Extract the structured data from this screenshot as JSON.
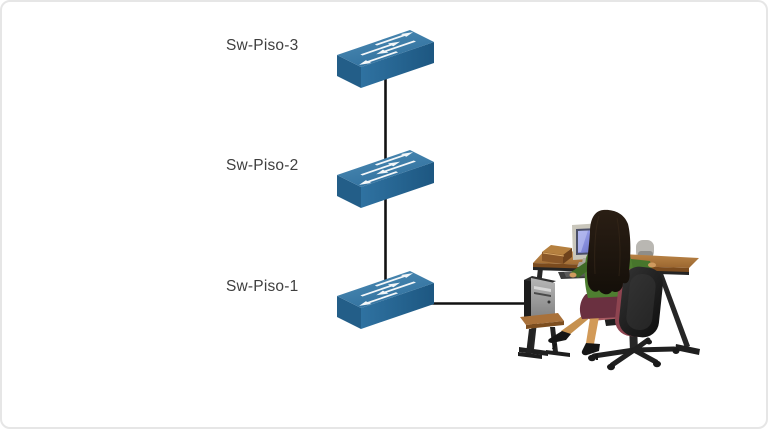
{
  "page": {
    "background": "#ffffff",
    "border_color": "#e6e6e6"
  },
  "diagram": {
    "type": "network-topology",
    "nodes": [
      {
        "id": "sw-piso-3",
        "label": "Sw-Piso-3",
        "device": "switch"
      },
      {
        "id": "sw-piso-2",
        "label": "Sw-Piso-2",
        "device": "switch"
      },
      {
        "id": "sw-piso-1",
        "label": "Sw-Piso-1",
        "device": "switch"
      },
      {
        "id": "user-workstation",
        "label": "",
        "device": "workstation-with-seated-user"
      }
    ],
    "links": [
      {
        "from": "sw-piso-3",
        "to": "sw-piso-2"
      },
      {
        "from": "sw-piso-2",
        "to": "sw-piso-1"
      },
      {
        "from": "sw-piso-1",
        "to": "user-workstation"
      }
    ],
    "colors": {
      "switch_top": "#3f7ea9",
      "switch_front": "#2c6d9c",
      "switch_side": "#235e88",
      "switch_arrow": "#f4f7f9",
      "link_line": "#121212",
      "label_text": "#3f3f3f",
      "desk_wood": "#b0763c",
      "chair_black": "#1b1b1b",
      "chair_cushion": "#a85a62",
      "sweater_green": "#4e7e30",
      "skirt_maroon": "#6a3040",
      "monitor_screen": "#828ad8"
    }
  }
}
